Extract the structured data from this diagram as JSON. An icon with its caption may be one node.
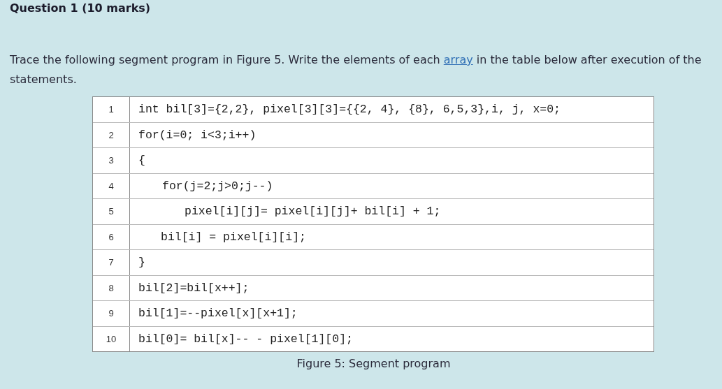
{
  "diagram": {
    "title": "Question 1 (10 marks)",
    "caption": "Figure 5: Segment program",
    "labels": [
      "Trace the following segment program in Figure 5. Write the elements of each",
      "array",
      "in the table below after execution of the statements.",
      "1",
      "int bil[3]={2,2}, pixel[3][3]={{2, 4}, {8}, 6,5,3},i, j, x=0;",
      "2",
      "for(i=0; i<3;i++)",
      "3",
      "{",
      "4",
      "for(j=2;j>0;j--)",
      "5",
      "pixel[i][j]= pixel[i][j]+ bil[i] + 1;",
      "6",
      "bil[i] = pixel[i][i];",
      "7",
      "}",
      "8",
      "bil[2]=bil[x++];",
      "9",
      "bil[1]=--pixel[x][x+1];",
      "10",
      "bil[0]= bil[x]-- - pixel[1][0];"
    ]
  }
}
